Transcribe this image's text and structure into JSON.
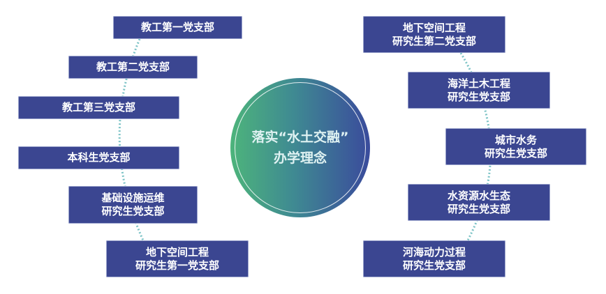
{
  "center": {
    "line1": "落实“水土交融”",
    "line2": "办学理念"
  },
  "left_branches": [
    {
      "lines": [
        "教工第一党支部"
      ]
    },
    {
      "lines": [
        "教工第二党支部"
      ]
    },
    {
      "lines": [
        "教工第三党支部"
      ]
    },
    {
      "lines": [
        "本科生党支部"
      ]
    },
    {
      "lines": [
        "基础设施运维",
        "研究生党支部"
      ]
    },
    {
      "lines": [
        "地下空间工程",
        "研究生第一党支部"
      ]
    }
  ],
  "right_branches": [
    {
      "lines": [
        "地下空间工程",
        "研究生第二党支部"
      ]
    },
    {
      "lines": [
        "海洋土木工程",
        "研究生党支部"
      ]
    },
    {
      "lines": [
        "城市水务",
        "研究生党支部"
      ]
    },
    {
      "lines": [
        "水资源水生态",
        "研究生党支部"
      ]
    },
    {
      "lines": [
        "河海动力过程",
        "研究生党支部"
      ]
    }
  ],
  "colors": {
    "box": "#3b4691",
    "dots": "#7cc3c6",
    "gradient_start": "#4db47b",
    "gradient_end": "#3a4b9c"
  }
}
